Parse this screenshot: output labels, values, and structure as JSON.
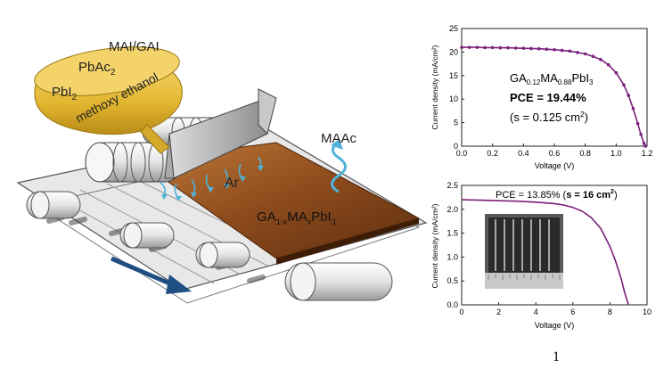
{
  "scheme": {
    "ink_labels": [
      "MAI/GAI",
      "PbAc",
      "PbI"
    ],
    "ink_subscripts": [
      "2",
      "2"
    ],
    "solvent_label": "methoxy ethanol",
    "gas_label": "Ar",
    "byproduct_label": "MAAc",
    "film_label_parts": [
      "GA",
      "1-x",
      "MA",
      "x",
      "PbI",
      "3"
    ]
  },
  "colors": {
    "curve": "#7a1f7a",
    "bath": "#e0b830",
    "film": "#8a4a1e",
    "arrow": "#1f4f82",
    "gas": "#4fb3d9"
  },
  "chart_data": [
    {
      "type": "line",
      "xlabel": "Voltage (V)",
      "ylabel": "Current density (mA/cm²)",
      "xlim": [
        0.0,
        1.2
      ],
      "ylim": [
        0,
        25
      ],
      "xticks": [
        "0.0",
        "0.2",
        "0.4",
        "0.6",
        "0.8",
        "1.0",
        "1.2"
      ],
      "yticks": [
        "0",
        "5",
        "10",
        "15",
        "20",
        "25"
      ],
      "annotations": {
        "formula_parts": [
          "GA",
          "0.12",
          "MA",
          "0.88",
          "PbI",
          "3"
        ],
        "pce": "PCE = 19.44%",
        "area_parts": [
          "(s = 0.125 cm",
          "2",
          ")"
        ]
      },
      "series": [
        {
          "x": [
            0.0,
            0.05,
            0.1,
            0.15,
            0.2,
            0.25,
            0.3,
            0.35,
            0.4,
            0.45,
            0.5,
            0.55,
            0.6,
            0.65,
            0.7,
            0.75,
            0.8,
            0.85,
            0.9,
            0.95,
            1.0,
            1.05,
            1.08,
            1.11,
            1.14,
            1.16,
            1.18,
            1.19
          ],
          "y": [
            21.0,
            21.0,
            21.0,
            20.95,
            20.95,
            20.9,
            20.9,
            20.85,
            20.8,
            20.75,
            20.7,
            20.6,
            20.5,
            20.35,
            20.2,
            19.9,
            19.6,
            19.1,
            18.4,
            17.3,
            15.6,
            13.0,
            10.8,
            8.0,
            4.8,
            2.5,
            0.6,
            0.0
          ]
        }
      ]
    },
    {
      "type": "line",
      "xlabel": "Voltage (V)",
      "ylabel": "Current density (mA/cm²)",
      "xlim": [
        0,
        10
      ],
      "ylim": [
        0.0,
        2.5
      ],
      "xticks": [
        "0",
        "2",
        "4",
        "6",
        "8",
        "10"
      ],
      "yticks": [
        "0.0",
        "0.5",
        "1.0",
        "1.5",
        "2.0",
        "2.5"
      ],
      "annotations": {
        "pce_parts": [
          "PCE = 13.85% (",
          "s = 16 cm",
          "2",
          ")"
        ]
      },
      "series": [
        {
          "x": [
            0,
            1,
            2,
            3,
            4,
            5,
            5.5,
            6,
            6.5,
            7,
            7.5,
            8,
            8.3,
            8.6,
            8.8,
            9.0
          ],
          "y": [
            2.2,
            2.19,
            2.18,
            2.17,
            2.15,
            2.12,
            2.09,
            2.04,
            1.96,
            1.82,
            1.6,
            1.22,
            0.92,
            0.55,
            0.25,
            0.0
          ]
        }
      ]
    }
  ],
  "page_number": "1"
}
